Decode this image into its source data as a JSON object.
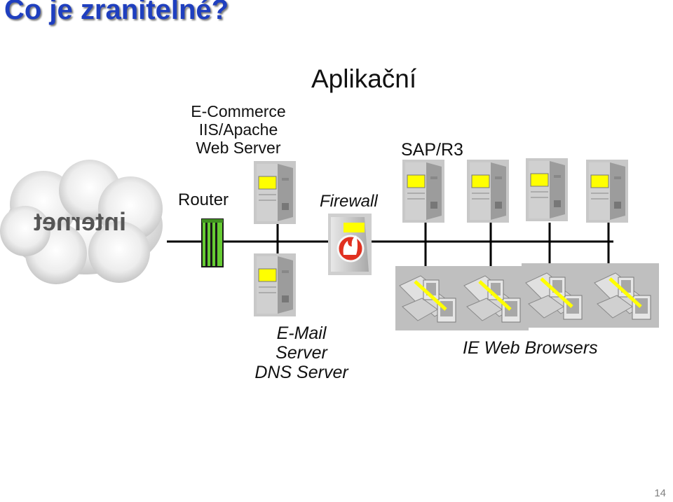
{
  "slide": {
    "title": "Co je zranitelné?",
    "page_number": "14"
  },
  "cloud": {
    "label": "internet"
  },
  "labels": {
    "ecommerce_line1": "E-Commerce",
    "ecommerce_line2": "IIS/Apache",
    "ecommerce_line3": "Web Server",
    "aplikacni": "Aplikační",
    "sap": "SAP/R3",
    "router": "Router",
    "firewall": "Firewall",
    "email_line1": "E-Mail",
    "email_line2": "Server",
    "email_line3": "DNS Server",
    "browsers": "IE Web Browsers"
  },
  "colors": {
    "title": "#1f3fbf",
    "server_yellow": "#ffff00",
    "router_green": "#66cc33",
    "firewall_red": "#e03020",
    "network_line": "#000000"
  }
}
